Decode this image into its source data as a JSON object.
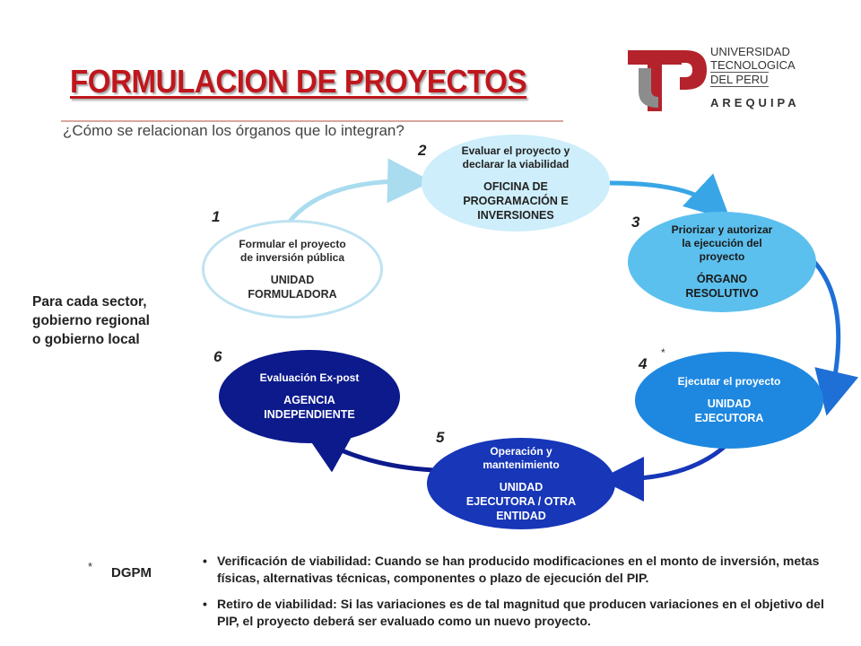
{
  "header": {
    "title": "FORMULACION DE PROYECTOS",
    "subtitle": "¿Cómo se relacionan los órganos que lo integran?"
  },
  "logo": {
    "line1": "UNIVERSIDAD",
    "line2": "TECNOLOGICA",
    "line3": "DEL PERU",
    "city": "AREQUIPA",
    "colors": {
      "red": "#b4232c",
      "gray": "#8c8c8c"
    }
  },
  "diagram": {
    "side_note": [
      "Para cada sector,",
      "gobierno regional",
      "o gobierno local"
    ],
    "asterisk": "*",
    "nodes": [
      {
        "number": "1",
        "task": [
          "Formular el proyecto",
          "de inversión pública"
        ],
        "organ": [
          "UNIDAD",
          "FORMULADORA"
        ],
        "fill": "#ffffff",
        "stroke": "#bfe3f2",
        "text_color": "#2a2a2a"
      },
      {
        "number": "2",
        "task": [
          "Evaluar el proyecto y",
          "declarar la viabilidad"
        ],
        "organ": [
          "OFICINA DE",
          "PROGRAMACIÓN E",
          "INVERSIONES"
        ],
        "fill": "#cdeefa",
        "stroke": "#cdeefa",
        "text_color": "#222222"
      },
      {
        "number": "3",
        "task": [
          "Priorizar y autorizar",
          "la ejecución del",
          "proyecto"
        ],
        "organ": [
          "ÓRGANO",
          "RESOLUTIVO"
        ],
        "fill": "#5cc0ee",
        "stroke": "#5cc0ee",
        "text_color": "#1a1a1a"
      },
      {
        "number": "4",
        "task": [
          "Ejecutar el proyecto"
        ],
        "organ": [
          "UNIDAD",
          "EJECUTORA"
        ],
        "fill": "#1e88e0",
        "stroke": "#1e88e0",
        "text_color": "#ffffff"
      },
      {
        "number": "5",
        "task": [
          "Operación y",
          "mantenimiento"
        ],
        "organ": [
          "UNIDAD",
          "EJECUTORA / OTRA",
          "ENTIDAD"
        ],
        "fill": "#1736b8",
        "stroke": "#1736b8",
        "text_color": "#ffffff"
      },
      {
        "number": "6",
        "task": [
          "Evaluación Ex-post"
        ],
        "organ": [
          "AGENCIA",
          "INDEPENDIENTE"
        ],
        "fill": "#0c1a8c",
        "stroke": "#0c1a8c",
        "text_color": "#ffffff"
      }
    ]
  },
  "footer": {
    "asterisk": "*",
    "label": "DGPM",
    "bullets": [
      "Verificación de viabilidad: Cuando se han producido modificaciones en el monto de inversión, metas físicas, alternativas técnicas, componentes o plazo de ejecución del PIP.",
      "Retiro de viabilidad: Si las variaciones es de tal magnitud que producen variaciones en el objetivo del PIP, el proyecto deberá ser evaluado como un nuevo proyecto."
    ]
  }
}
